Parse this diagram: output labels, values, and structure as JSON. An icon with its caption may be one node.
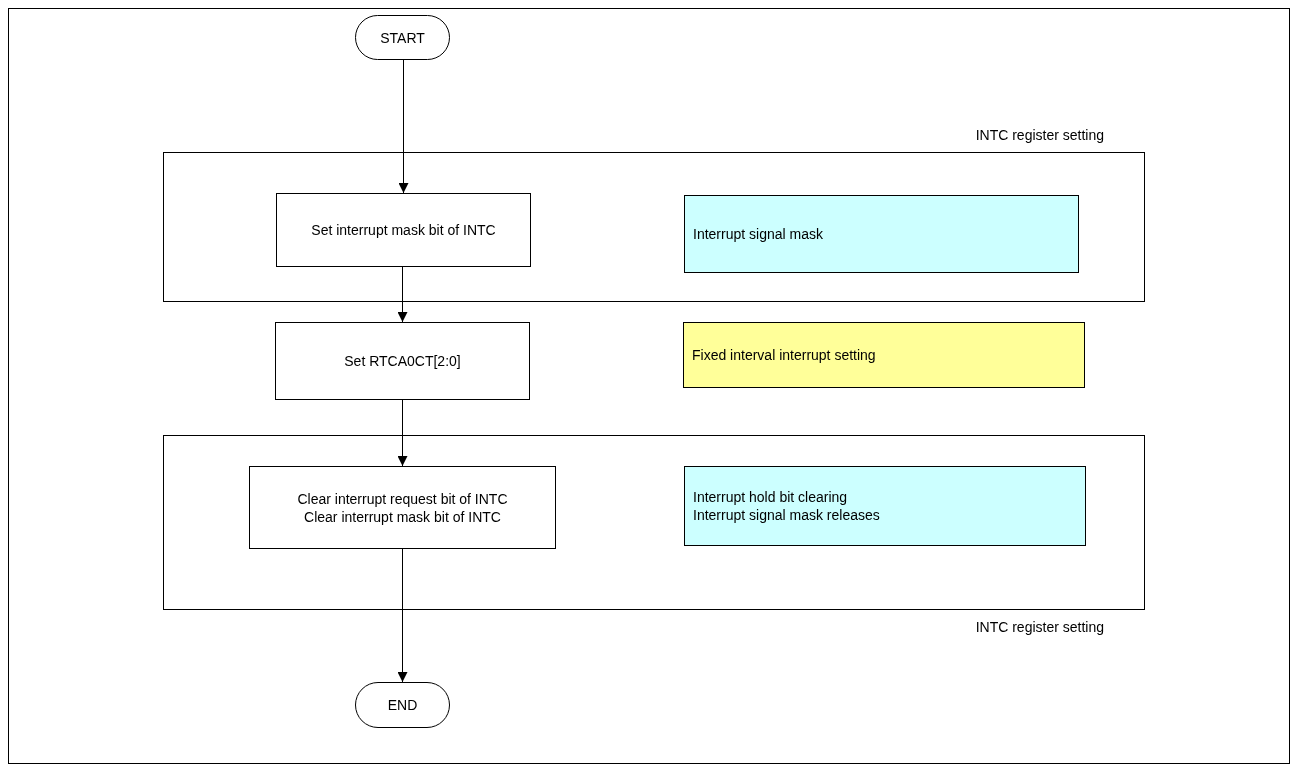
{
  "diagram": {
    "nodes": [
      {
        "text": [
          "START"
        ]
      },
      {
        "text": [
          "INTC register setting"
        ]
      },
      {
        "text": [
          "Set interrupt mask bit of INTC"
        ],
        "in": 1
      },
      {
        "text": [
          "Interrupt signal mask"
        ],
        "in": 1
      },
      {
        "text": [
          "Set RTCA0CT[2:0]"
        ]
      },
      {
        "text": [
          "Fixed interval interrupt setting"
        ]
      },
      {
        "text": [
          "INTC register setting"
        ]
      },
      {
        "text": [
          "Clear interrupt request bit of INTC",
          "Clear interrupt mask bit of INTC"
        ],
        "in": 6
      },
      {
        "text": [
          "Interrupt hold bit clearing",
          "Interrupt signal mask releases"
        ],
        "in": 6
      },
      {
        "text": [
          "END"
        ]
      }
    ],
    "edges": [
      {
        "from": 0,
        "to": 2,
        "arrow": "to"
      },
      {
        "from": 2,
        "to": 4,
        "arrow": "to"
      },
      {
        "from": 4,
        "to": 7,
        "arrow": "to"
      },
      {
        "from": 7,
        "to": 9,
        "arrow": "to"
      }
    ]
  }
}
